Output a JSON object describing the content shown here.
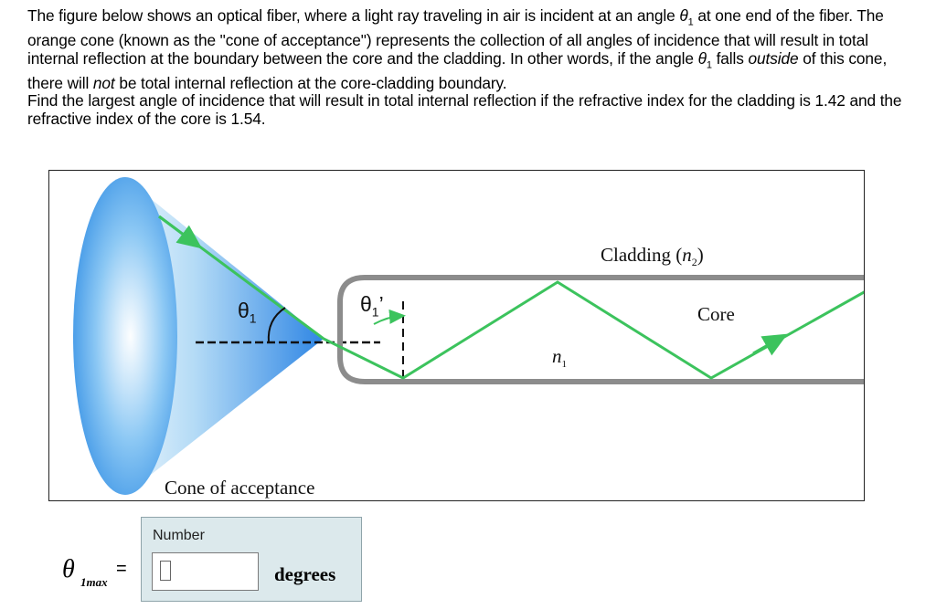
{
  "problem": {
    "p1_a": "The figure below shows an optical fiber, where a light ray traveling in air is incident at an angle ",
    "theta1_symbol": "θ",
    "theta1_sub": "1",
    "p1_b": " at one end of the fiber. The orange cone (known as the \"cone of acceptance\") represents the collection of all angles of incidence that will result in total internal reflection at the boundary between the core and the cladding. In other words, if the angle ",
    "p1_c": " falls ",
    "outside_word": "outside",
    "p1_d": " of this cone, there will ",
    "not_word": "not",
    "p1_e": " be total internal reflection at the core-cladding boundary.",
    "p2": "Find the largest angle of incidence that will result in total internal reflection if the refractive index for the cladding is 1.42 and the refractive index of the core is 1.54."
  },
  "figure": {
    "cladding_label": "Cladding (",
    "cladding_n": "n",
    "cladding_sub": "2",
    "cladding_close": ")",
    "core_label": "Core",
    "n1_label": "n",
    "n1_sub": "1",
    "theta1_label": "θ",
    "theta1_label_sub": "1",
    "theta1_prime_label": "θ",
    "theta1_prime_sub": "1",
    "theta1_prime_mark": "’",
    "cone_label": "Cone of acceptance",
    "colors": {
      "ray": "#3cc35d",
      "fiber": "#8c8c8c",
      "cone_dark": "#3a8fe8",
      "cone_light": "#d6ecfb"
    }
  },
  "answer": {
    "theta_symbol": "θ",
    "theta_sub": "1max",
    "equals": "=",
    "number_label": "Number",
    "input_value": "",
    "units": "degrees"
  }
}
